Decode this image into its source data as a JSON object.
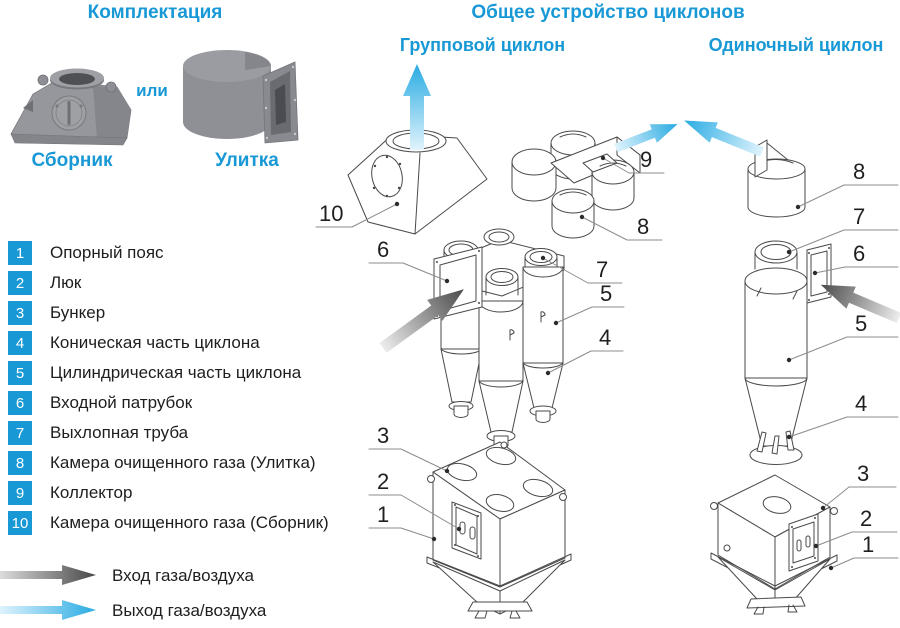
{
  "palette": {
    "accent_blue": "#1899D6",
    "text": "#1E1E1E",
    "line_art": "#4A4A4A",
    "leader_line": "#8C8C8C",
    "arrow_in_dark": "#4A4A4A",
    "arrow_out_blue": "#29ABE2"
  },
  "kit": {
    "title": "Комплектация",
    "or": "или",
    "left_label": "Сборник",
    "right_label": "Улитка"
  },
  "overview": {
    "title": "Общее устройство циклонов",
    "group": "Групповой циклон",
    "single": "Одиночный циклон"
  },
  "legend": {
    "items": [
      {
        "num": "1",
        "label": "Опорный пояс"
      },
      {
        "num": "2",
        "label": "Люк"
      },
      {
        "num": "3",
        "label": "Бункер"
      },
      {
        "num": "4",
        "label": "Коническая часть циклона"
      },
      {
        "num": "5",
        "label": "Цилиндрическая часть циклона"
      },
      {
        "num": "6",
        "label": "Входной патрубок"
      },
      {
        "num": "7",
        "label": "Выхлопная труба"
      },
      {
        "num": "8",
        "label": "Камера очищенного газа (Улитка)"
      },
      {
        "num": "9",
        "label": "Коллектор"
      },
      {
        "num": "10",
        "label": "Камера очищенного газа (Сборник)"
      }
    ]
  },
  "flows": {
    "in_label": "Вход газа/воздуха",
    "out_label": "Выход газа/воздуха"
  },
  "callouts": {
    "group": [
      "10",
      "6",
      "9",
      "8",
      "7",
      "5",
      "4",
      "3",
      "2",
      "1"
    ],
    "single": [
      "8",
      "7",
      "6",
      "5",
      "4",
      "3",
      "2",
      "1"
    ]
  }
}
